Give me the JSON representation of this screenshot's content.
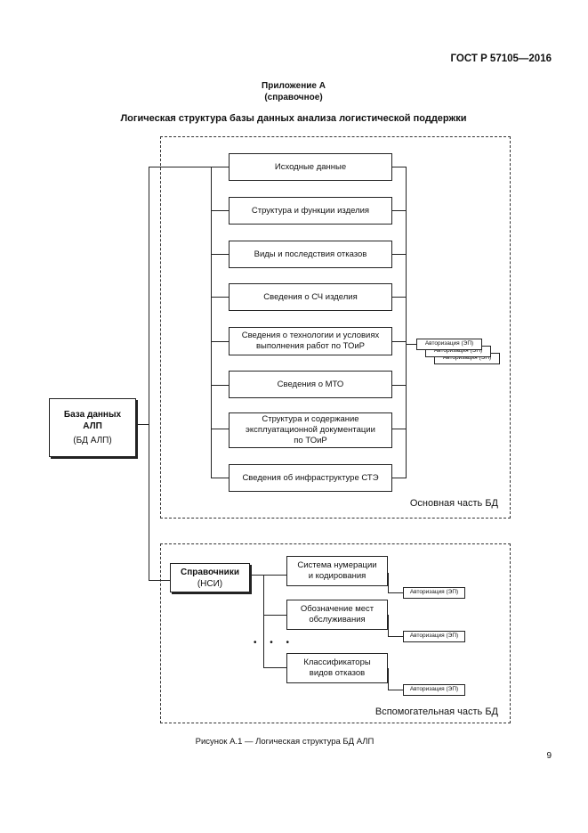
{
  "header": {
    "standard": "ГОСТ Р 57105—2016"
  },
  "appendix": {
    "title": "Приложение А",
    "subtitle": "(справочное)"
  },
  "figure_title": "Логическая структура базы данных анализа логистической поддержки",
  "root": {
    "line1": "База данных",
    "line2": "АЛП",
    "line3": "(БД АЛП)"
  },
  "main_part": {
    "label": "Основная часть БД",
    "items": [
      "Исходные данные",
      "Структура и функции изделия",
      "Виды и последствия отказов",
      "Сведения о СЧ изделия",
      "Сведения о технологии и условиях выполнения работ по ТОиР",
      "Сведения о МТО",
      "Структура и содержание эксплуатационной документации по ТОиР",
      "Сведения об инфраструктуре СТЭ"
    ],
    "auth_stack": [
      "Авторизация (ЭП)",
      "Авторизация (ЭП)",
      "Авторизация (ЭП)"
    ]
  },
  "aux_part": {
    "label": "Вспомогательная часть БД",
    "hub": {
      "line1": "Справочники",
      "line2": "(НСИ)"
    },
    "items": [
      {
        "label": "Система нумерации и кодирования",
        "auth": "Авторизация (ЭП)"
      },
      {
        "label": "Обозначение мест обслуживания",
        "auth": "Авторизация (ЭП)"
      },
      {
        "label": "Классификаторы видов отказов",
        "auth": "Авторизация (ЭП)"
      }
    ],
    "ellipsis": "• • •"
  },
  "caption": "Рисунок А.1 — Логическая структура БД АЛП",
  "page_number": "9"
}
